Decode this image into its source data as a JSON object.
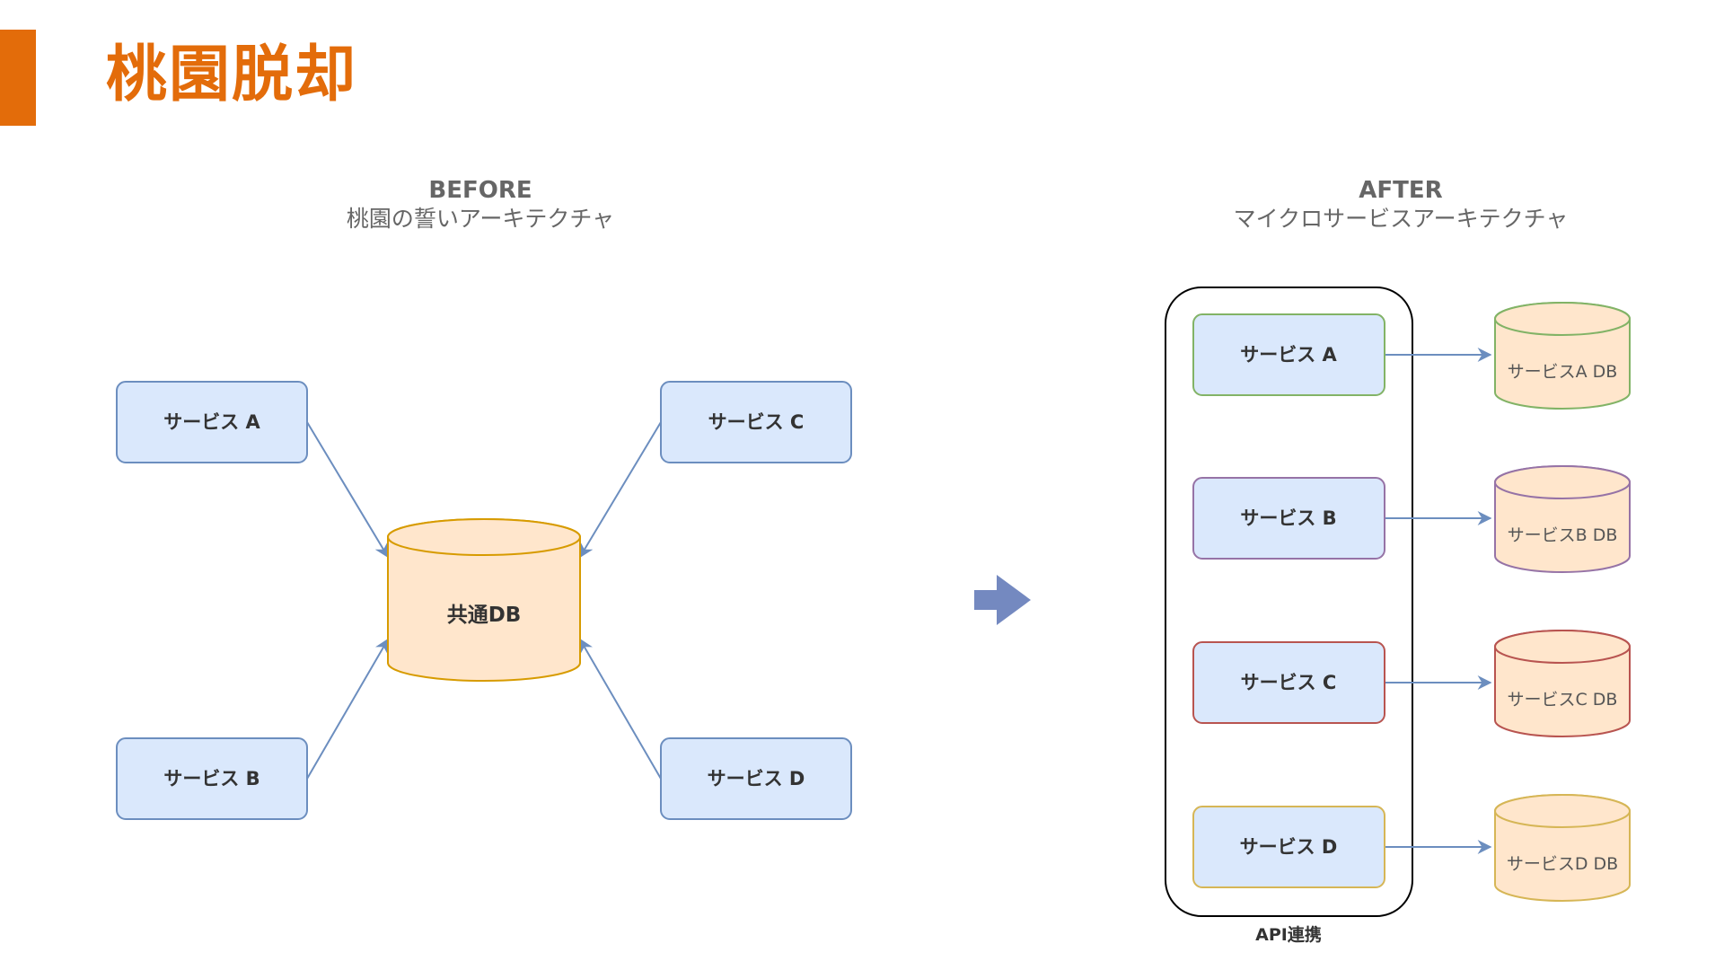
{
  "title": "桃園脱却",
  "before": {
    "heading": "BEFORE",
    "subheading": "桃園の誓いアーキテクチャ",
    "services": [
      {
        "label": "サービス A"
      },
      {
        "label": "サービス C"
      },
      {
        "label": "サービス B"
      },
      {
        "label": "サービス D"
      }
    ],
    "shared_db": "共通DB"
  },
  "after": {
    "heading": "AFTER",
    "subheading": "マイクロサービスアーキテクチャ",
    "group_label": "API連携",
    "services": [
      {
        "label": "サービス A",
        "border": "#82b366",
        "db": "サービスA DB",
        "db_border": "#82b366"
      },
      {
        "label": "サービス B",
        "border": "#9673a6",
        "db": "サービスB DB",
        "db_border": "#9673a6"
      },
      {
        "label": "サービス C",
        "border": "#b85450",
        "db": "サービスC DB",
        "db_border": "#b85450"
      },
      {
        "label": "サービス D",
        "border": "#d6b656",
        "db": "サービスD DB",
        "db_border": "#d6b656"
      }
    ]
  },
  "colors": {
    "accent": "#e36c0a",
    "service_fill": "#dae8fc",
    "service_border": "#6c8ebf",
    "db_fill": "#ffe6cc",
    "db_border": "#d79b00",
    "arrow": "#6c8ebf",
    "transition_arrow": "#7489c0"
  }
}
